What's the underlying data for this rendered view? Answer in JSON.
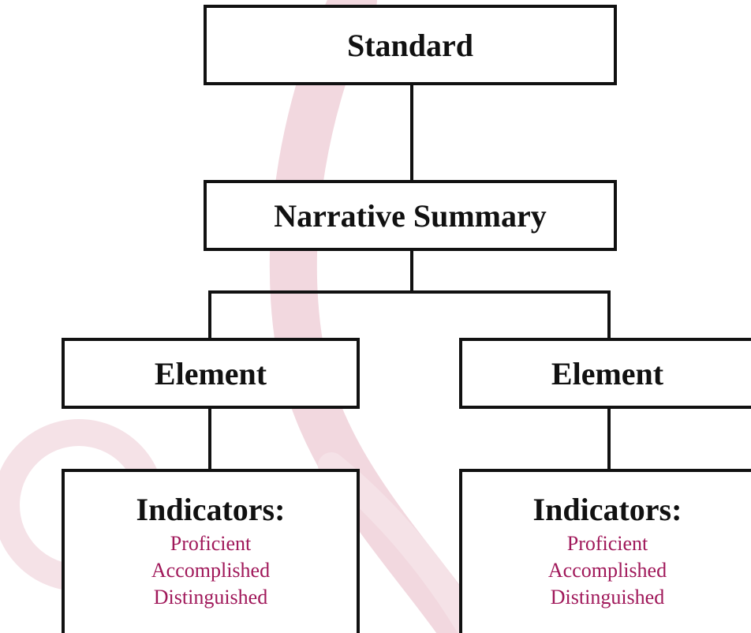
{
  "diagram": {
    "top": {
      "label": "Standard"
    },
    "middle": {
      "label": "Narrative Summary"
    },
    "elements": [
      {
        "label": "Element",
        "indicators": {
          "title": "Indicators:",
          "items": [
            "Proficient",
            "Accomplished",
            "Distinguished"
          ]
        }
      },
      {
        "label": "Element",
        "indicators": {
          "title": "Indicators:",
          "items": [
            "Proficient",
            "Accomplished",
            "Distinguished"
          ]
        }
      }
    ]
  },
  "colors": {
    "border": "#111111",
    "indicator_text": "#a0185a",
    "watermark": "#f2d8df"
  }
}
